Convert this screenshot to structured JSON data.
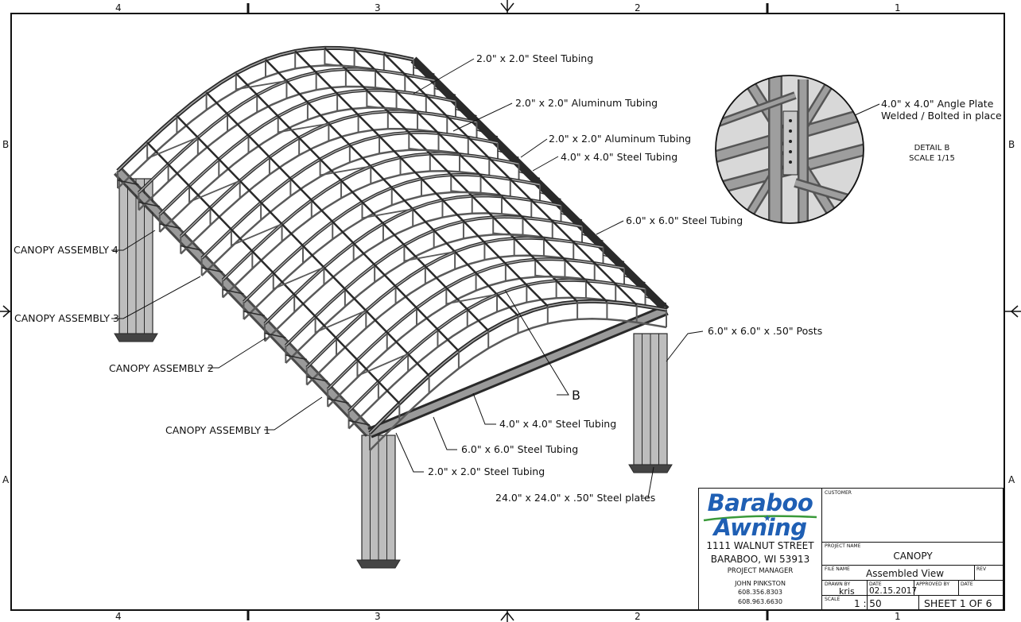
{
  "border": {
    "zones_top": [
      "4",
      "3",
      "2",
      "1"
    ],
    "zones_bottom": [
      "4",
      "3",
      "2",
      "1"
    ],
    "zones_left": [
      "B",
      "A"
    ],
    "zones_right": [
      "B",
      "A"
    ]
  },
  "callouts": {
    "top_steel_tubing": "2.0\" x 2.0\" Steel Tubing",
    "aluminum_tubing_1": "2.0\" x 2.0\" Aluminum Tubing",
    "aluminum_tubing_2": "2.0\" x 2.0\" Aluminum Tubing",
    "steel_tubing_4": "4.0\" x 4.0\" Steel Tubing",
    "steel_tubing_6": "6.0\" x 6.0\" Steel Tubing",
    "posts": "6.0\" x 6.0\" x .50\" Posts",
    "canopy_4": "CANOPY ASSEMBLY 4",
    "canopy_3": "CANOPY ASSEMBLY 3",
    "canopy_2": "CANOPY ASSEMBLY 2",
    "canopy_1": "CANOPY ASSEMBLY 1",
    "front_steel_4": "4.0\" x 4.0\" Steel Tubing",
    "front_steel_6": "6.0\" x 6.0\" Steel Tubing",
    "front_steel_2": "2.0\" x 2.0\" Steel Tubing",
    "steel_plates": "24.0\" x 24.0\" x .50\" Steel plates",
    "detail_marker": "B"
  },
  "detail": {
    "angle_plate_line1": "4.0\" x 4.0\" Angle Plate",
    "angle_plate_line2": "Welded / Bolted in place",
    "caption_line1": "DETAIL  B",
    "caption_line2": "SCALE 1/15"
  },
  "title_block": {
    "logo_line1": "Baraboo",
    "logo_line2": "Awning",
    "street": "1111 WALNUT STREET",
    "city": "BARABOO, WI 53913",
    "pm_label": "PROJECT MANAGER",
    "pm_name": "JOHN PINKSTON",
    "phone1": "608.356.8303",
    "phone2": "608.963.6630",
    "customer_label": "CUSTOMER",
    "project_name_label": "PROJECT NAME",
    "project_name": "CANOPY",
    "file_name_label": "FILE NAME",
    "file_name": "Assembled View",
    "rev_label": "REV",
    "drawn_by_label": "DRAWN BY",
    "drawn_by": "kris",
    "date_label": "DATE",
    "date": "02.15.2017",
    "approved_by_label": "APPROVED BY",
    "date2_label": "DATE",
    "scale_label": "SCALE",
    "scale": "1 : 50",
    "sheet": "SHEET 1 OF 6"
  },
  "colors": {
    "logo_blue": "#1f5fb4",
    "logo_green": "#3a9a3a",
    "frame_gray": "#5a5a5a",
    "frame_dark": "#2a2a2a",
    "redaction": "#000000"
  }
}
